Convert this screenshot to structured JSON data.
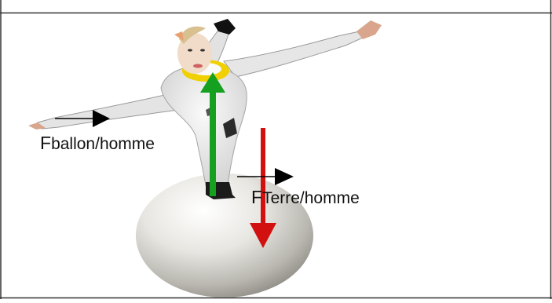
{
  "labels": {
    "ballon_on_homme": {
      "symbol": "F",
      "subscript": "ballon/homme"
    },
    "terre_on_homme": {
      "symbol": "F",
      "subscript": "Terre/homme"
    }
  },
  "forces": {
    "ballon_on_homme": {
      "direction": "up",
      "color": "#16a020"
    },
    "terre_on_homme": {
      "direction": "down",
      "color": "#d21010"
    }
  },
  "colors": {
    "border": "#333333",
    "vector_arrow": "#000000",
    "ball": "#e7e6e1",
    "collar": "#f0d000"
  }
}
